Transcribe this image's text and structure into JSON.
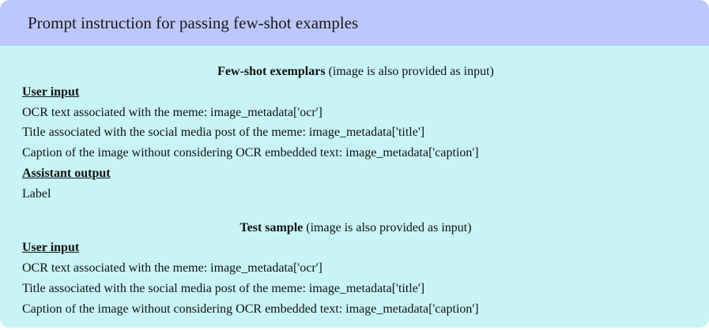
{
  "header": {
    "title": "Prompt instruction for passing few-shot examples"
  },
  "fewshot": {
    "title_bold": "Few-shot exemplars",
    "title_rest": " (image is also provided as input)",
    "user_input_label": "User input",
    "lines": [
      "OCR text associated with the meme: image_metadata['ocr']",
      "Title associated with the social media post of the meme: image_metadata['title']",
      "Caption of the image without considering OCR embedded text: image_metadata['caption']"
    ],
    "assistant_output_label": "Assistant output",
    "assistant_value": "Label"
  },
  "test": {
    "title_bold": "Test sample",
    "title_rest": " (image is also provided as input)",
    "user_input_label": "User input",
    "lines": [
      "OCR text associated with the meme: image_metadata['ocr']",
      "Title associated with the social media post of the meme: image_metadata['title']",
      "Caption of the image without considering OCR embedded text: image_metadata['caption']"
    ]
  }
}
